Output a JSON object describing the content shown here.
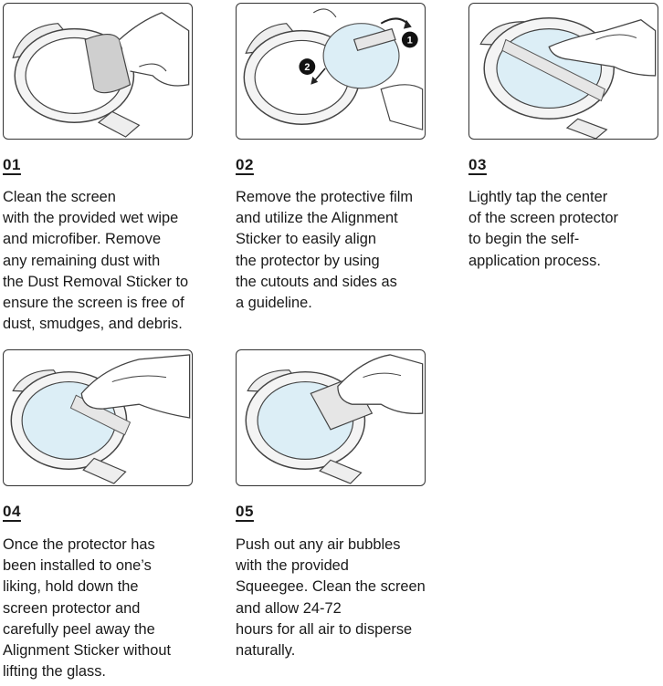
{
  "steps": [
    {
      "number": "01",
      "text": "Clean the screen\nwith the provided wet wipe\nand microfiber. Remove\nany remaining dust with\nthe Dust Removal Sticker to\nensure the screen is free of\ndust, smudges, and debris.",
      "illustration": "wipe-screen-illustration"
    },
    {
      "number": "02",
      "text": "Remove the protective film\nand utilize the Alignment\nSticker to easily align\nthe protector by using\nthe cutouts and sides as\na guideline.",
      "illustration": "align-protector-illustration",
      "markers": [
        "1",
        "2"
      ]
    },
    {
      "number": "03",
      "text": "Lightly tap the center\nof the screen protector\nto begin the self-\napplication process.",
      "illustration": "tap-center-illustration"
    },
    {
      "number": "04",
      "text": "Once the protector has\nbeen installed to one’s\nliking, hold down the\nscreen protector and\ncarefully peel away the\nAlignment Sticker without\nlifting the glass.",
      "illustration": "peel-sticker-illustration"
    },
    {
      "number": "05",
      "text": "Push out any air bubbles\nwith the provided\nSqueegee. Clean the screen\nand allow 24-72\nhours for all air to disperse\nnaturally.",
      "illustration": "squeegee-illustration"
    }
  ],
  "colors": {
    "outline": "#333333",
    "glass": "#dceef6",
    "sticker": "#e6e6e6",
    "marker": "#111111"
  }
}
